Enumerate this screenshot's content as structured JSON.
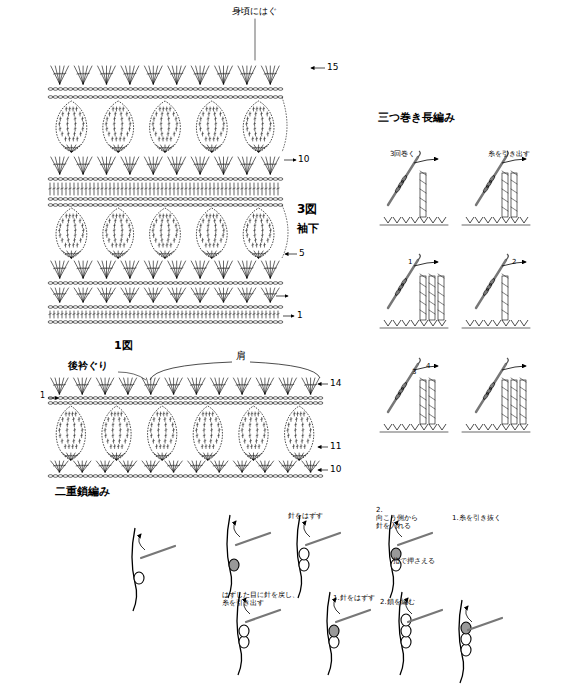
{
  "diagram": {
    "labels": [
      "身頃にはぐ",
      "15",
      "10",
      "5",
      "1",
      "3図",
      "袖下",
      "三つ巻き長編み",
      "3回巻く",
      "糸を引き出す",
      "1",
      "2",
      "3",
      "4",
      "1図",
      "後衿ぐり",
      "肩",
      "1",
      "14",
      "11",
      "10",
      "二重鎖編み",
      "針をはずす",
      "2.向こう側から 針を入れる",
      "1.糸を引き抜く",
      "指で押さえる",
      "はずした目に針を戻し、 糸を引き出す",
      "1.針をはずす",
      "2.鎖を編む"
    ]
  }
}
